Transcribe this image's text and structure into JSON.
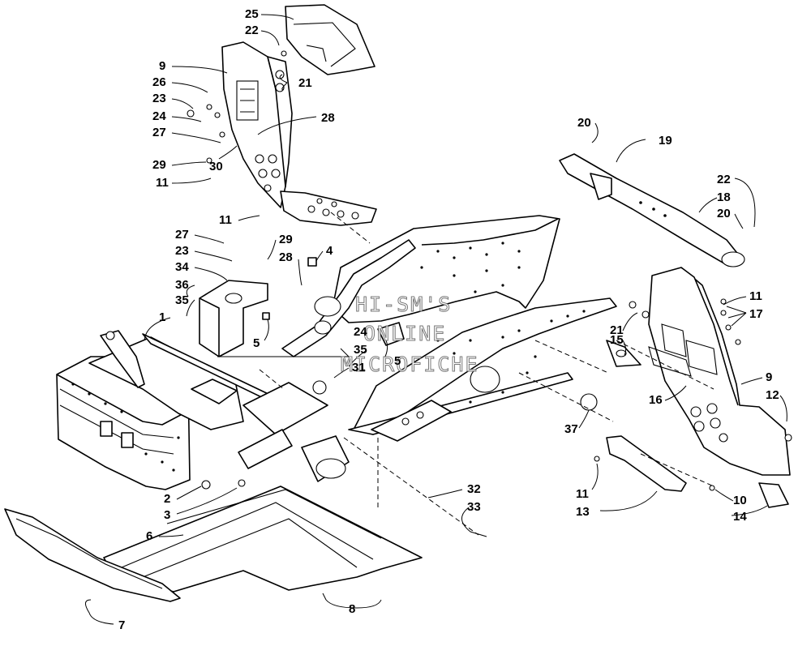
{
  "watermark": {
    "line1": "HI-SM'S",
    "line2": "ONLINE",
    "line3": "MICROFICHE"
  },
  "callouts": {
    "c25": "25",
    "c22a": "22",
    "c9a": "9",
    "c26": "26",
    "c21a": "21",
    "c23a": "23",
    "c24a": "24",
    "c27a": "27",
    "c28a": "28",
    "c29a": "29",
    "c30": "30",
    "c11a": "11",
    "c11b": "11",
    "c27b": "27",
    "c29b": "29",
    "c23b": "23",
    "c28b": "28",
    "c4": "4",
    "c34": "34",
    "c36": "36",
    "c35a": "35",
    "c1": "1",
    "c5a": "5",
    "c24b": "24",
    "c35b": "35",
    "c5b": "5",
    "c31": "31",
    "c2": "2",
    "c3": "3",
    "c6": "6",
    "c7": "7",
    "c8": "8",
    "c32": "32",
    "c33": "33",
    "c37": "37",
    "c20a": "20",
    "c19": "19",
    "c22b": "22",
    "c18": "18",
    "c20b": "20",
    "c11c": "11",
    "c17": "17",
    "c21b": "21",
    "c15": "15",
    "c16": "16",
    "c9b": "9",
    "c12": "12",
    "c11d": "11",
    "c13": "13",
    "c10": "10",
    "c14": "14"
  }
}
